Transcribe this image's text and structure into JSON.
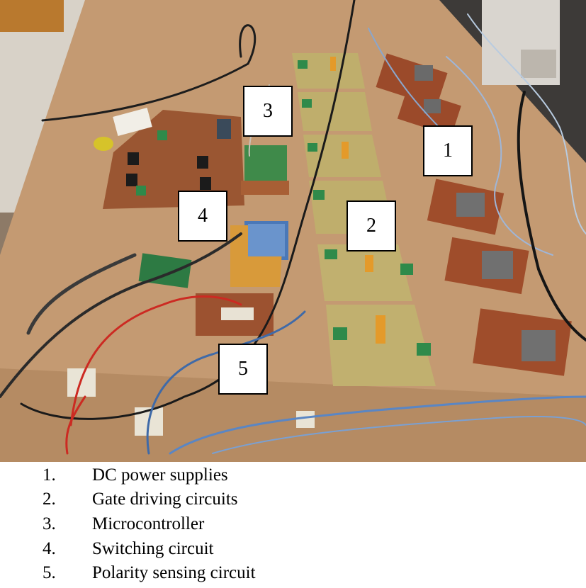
{
  "callouts": [
    "3",
    "1",
    "4",
    "2",
    "5"
  ],
  "legend": [
    {
      "num": "1.",
      "text": "DC power supplies"
    },
    {
      "num": "2.",
      "text": "Gate driving circuits"
    },
    {
      "num": "3.",
      "text": "Microcontroller"
    },
    {
      "num": "4.",
      "text": "Switching circuit"
    },
    {
      "num": "5.",
      "text": "Polarity sensing circuit"
    }
  ]
}
